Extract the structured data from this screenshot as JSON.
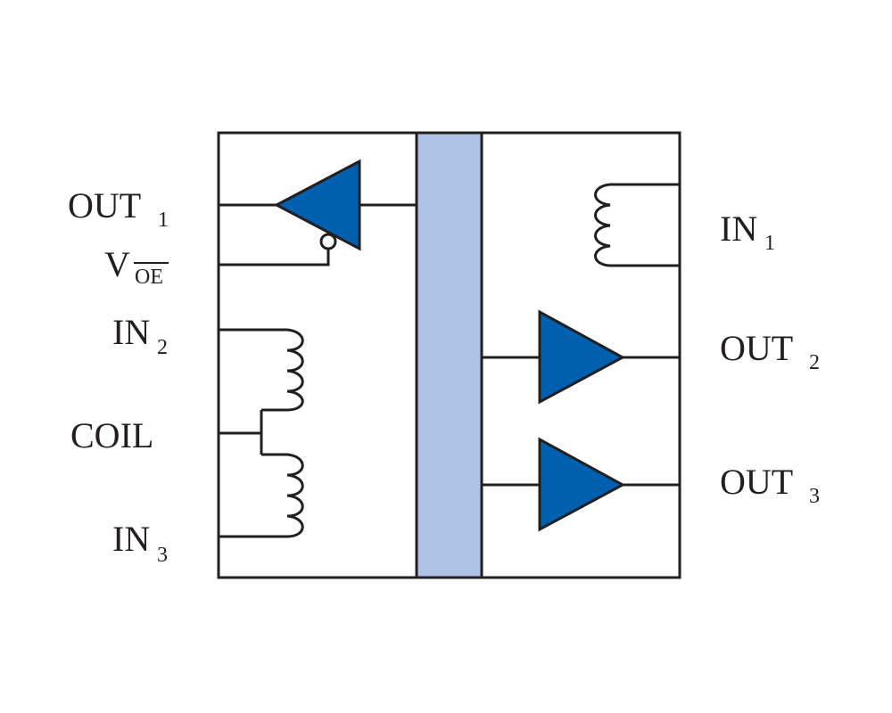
{
  "colors": {
    "outline": "#231f20",
    "buffer_fill": "#0060b0",
    "isolation_barrier_fill": "#afc3e6",
    "background": "#ffffff"
  },
  "left_pins": {
    "out1": {
      "label": "OUT",
      "sub": "1"
    },
    "voe": {
      "label": "V",
      "sub": "OE"
    },
    "in2": {
      "label": "IN",
      "sub": "2"
    },
    "coil": {
      "label": "COIL"
    },
    "in3": {
      "label": "IN",
      "sub": "3"
    }
  },
  "right_pins": {
    "in1": {
      "label": "IN",
      "sub": "1"
    },
    "out2": {
      "label": "OUT",
      "sub": "2"
    },
    "out3": {
      "label": "OUT",
      "sub": "3"
    }
  }
}
